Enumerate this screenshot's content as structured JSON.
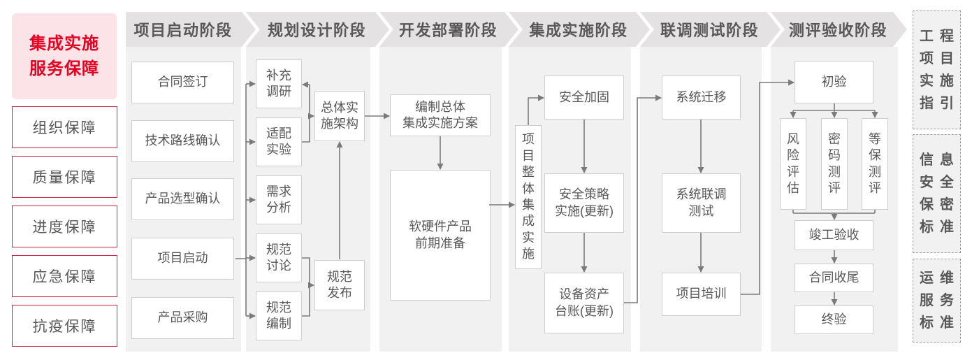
{
  "colors": {
    "accent_red": "#e60021",
    "pink_bg": "#fbe3e7",
    "red_border": "#c72a41",
    "ink": "#595757",
    "banner_bg": "#e4e2e2",
    "col_bg": "#f2f1f1",
    "box_border": "#cfcdcd",
    "line": "#7a7a7a",
    "std_border": "#9e9e9e"
  },
  "sidebar": {
    "header": "集成实施\n服务保障",
    "items": [
      {
        "label": "组织保障"
      },
      {
        "label": "质量保障"
      },
      {
        "label": "进度保障"
      },
      {
        "label": "应急保障"
      },
      {
        "label": "抗疫保障"
      }
    ]
  },
  "phases": [
    {
      "label": "项目启动阶段",
      "boxes": [
        {
          "label": "合同签订"
        },
        {
          "label": "技术路线确认"
        },
        {
          "label": "产品选型确认"
        },
        {
          "label": "项目启动"
        },
        {
          "label": "产品采购"
        }
      ]
    },
    {
      "label": "规划设计阶段",
      "boxes": [
        {
          "label": "补充\n调研"
        },
        {
          "label": "适配\n实验"
        },
        {
          "label": "需求\n分析"
        },
        {
          "label": "规范\n讨论"
        },
        {
          "label": "规范\n编制"
        },
        {
          "label": "总体实\n施架构"
        },
        {
          "label": "规范\n发布"
        }
      ]
    },
    {
      "label": "开发部署阶段",
      "boxes": [
        {
          "label": "编制总体\n集成实施方案"
        },
        {
          "label": "软硬件产品\n前期准备"
        }
      ]
    },
    {
      "label": "集成实施阶段",
      "boxes": [
        {
          "label": "项\n目\n整\n体\n集\n成\n实\n施"
        },
        {
          "label": "安全加固"
        },
        {
          "label": "安全策略\n实施(更新)"
        },
        {
          "label": "设备资产\n台账(更新)"
        }
      ]
    },
    {
      "label": "联调测试阶段",
      "boxes": [
        {
          "label": "系统迁移"
        },
        {
          "label": "系统联调\n测试"
        },
        {
          "label": "项目培训"
        }
      ]
    },
    {
      "label": "测评验收阶段",
      "boxes": [
        {
          "label": "初验"
        },
        {
          "label": "风\n险\n评\n估"
        },
        {
          "label": "密\n码\n测\n评"
        },
        {
          "label": "等\n保\n测\n评"
        },
        {
          "label": "竣工验收"
        },
        {
          "label": "合同收尾"
        },
        {
          "label": "终验"
        }
      ]
    }
  ],
  "standards": [
    {
      "label": "工程\n项目\n实施\n指引"
    },
    {
      "label": "信息\n安全\n保密\n标准"
    },
    {
      "label": "运维\n服务\n标准"
    }
  ]
}
